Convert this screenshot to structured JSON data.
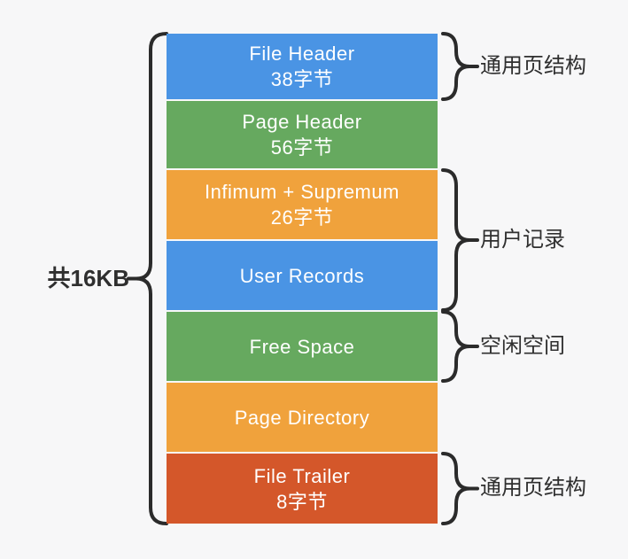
{
  "palette": {
    "blue": "#4a94e4",
    "green": "#66a95f",
    "orange": "#f0a23c",
    "dark_orange": "#d4572a",
    "background": "#f7f7f8",
    "line": "#2b2b2b",
    "text_dark": "#2f2f2f",
    "text_light": "#ffffff"
  },
  "total_label": "共16KB",
  "blocks": [
    {
      "title": "File Header",
      "subtitle": "38字节",
      "color": "blue"
    },
    {
      "title": "Page Header",
      "subtitle": "56字节",
      "color": "green"
    },
    {
      "title": "Infimum + Supremum",
      "subtitle": "26字节",
      "color": "orange"
    },
    {
      "title": "User Records",
      "color": "blue"
    },
    {
      "title": "Free Space",
      "color": "green"
    },
    {
      "title": "Page Directory",
      "color": "orange"
    },
    {
      "title": "File Trailer",
      "subtitle": "8字节",
      "color": "dark_orange"
    }
  ],
  "annotations": [
    {
      "label": "通用页结构"
    },
    {
      "label": "用户记录"
    },
    {
      "label": "空闲空间"
    },
    {
      "label": "通用页结构"
    }
  ]
}
